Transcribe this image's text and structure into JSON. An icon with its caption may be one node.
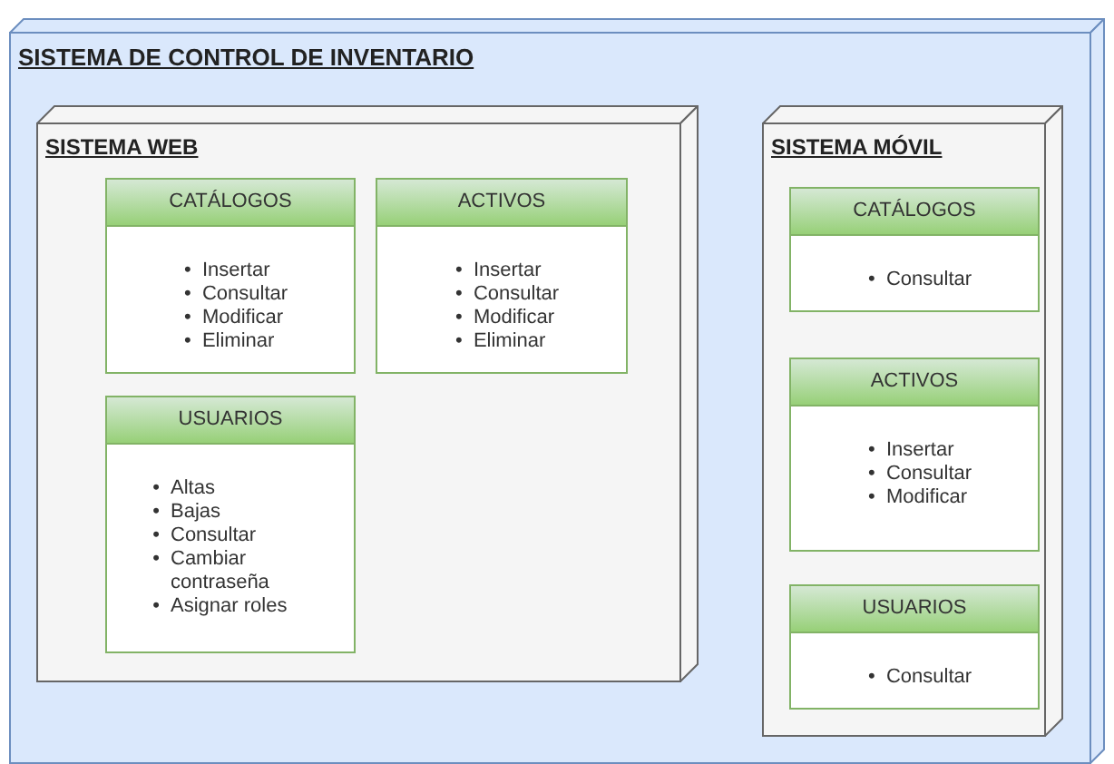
{
  "diagram": {
    "nodes": [
      {
        "text": [
          "SISTEMA DE CONTROL DE INVENTARIO"
        ]
      },
      {
        "text": [
          "SISTEMA WEB"
        ],
        "in": 0
      },
      {
        "text": [
          "CATÁLOGOS",
          "• Insertar",
          "• Consultar",
          "• Modificar",
          "• Eliminar"
        ],
        "in": 1
      },
      {
        "text": [
          "ACTIVOS",
          "• Insertar",
          "• Consultar",
          "• Modificar",
          "• Eliminar"
        ],
        "in": 1
      },
      {
        "text": [
          "USUARIOS",
          "• Altas",
          "• Bajas",
          "• Consultar",
          "• Cambiar contraseña",
          "• Asignar roles"
        ],
        "in": 1
      },
      {
        "text": [
          "SISTEMA MÓVIL"
        ],
        "in": 0
      },
      {
        "text": [
          "CATÁLOGOS",
          "• Consultar"
        ],
        "in": 5
      },
      {
        "text": [
          "ACTIVOS",
          "• Insertar",
          "• Consultar",
          "• Modificar"
        ],
        "in": 5
      },
      {
        "text": [
          "USUARIOS",
          "• Consultar"
        ],
        "in": 5
      }
    ]
  }
}
